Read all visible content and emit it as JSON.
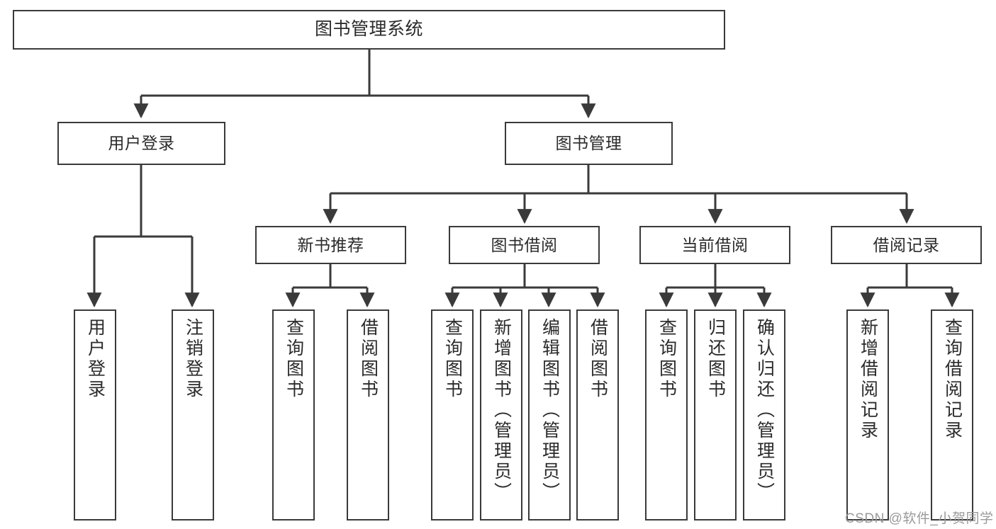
{
  "diagram": {
    "type": "tree",
    "title": "图书管理系统",
    "watermark": "CSDN @软件_小贺同学",
    "colors": {
      "border": "#3a3a3a",
      "text": "#2b2b2b",
      "background": "#ffffff",
      "watermark": "#9a9a9a"
    },
    "levels": {
      "root": {
        "label": "图书管理系统"
      },
      "tier2": [
        {
          "label": "用户登录"
        },
        {
          "label": "图书管理"
        }
      ],
      "tier3": [
        {
          "label": "新书推荐"
        },
        {
          "label": "图书借阅"
        },
        {
          "label": "当前借阅"
        },
        {
          "label": "借阅记录"
        }
      ],
      "leaves": {
        "user_login": [
          {
            "label": "用户登录"
          },
          {
            "label": "注销登录"
          }
        ],
        "new_book_recommend": [
          {
            "label": "查询图书"
          },
          {
            "label": "借阅图书"
          }
        ],
        "book_borrow": [
          {
            "label": "查询图书"
          },
          {
            "label": "新增图书（管理员）"
          },
          {
            "label": "编辑图书（管理员）"
          },
          {
            "label": "借阅图书"
          }
        ],
        "current_borrow": [
          {
            "label": "查询图书"
          },
          {
            "label": "归还图书"
          },
          {
            "label": "确认归还（管理员）"
          }
        ],
        "borrow_record": [
          {
            "label": "新增借阅记录"
          },
          {
            "label": "查询借阅记录"
          }
        ]
      }
    }
  }
}
